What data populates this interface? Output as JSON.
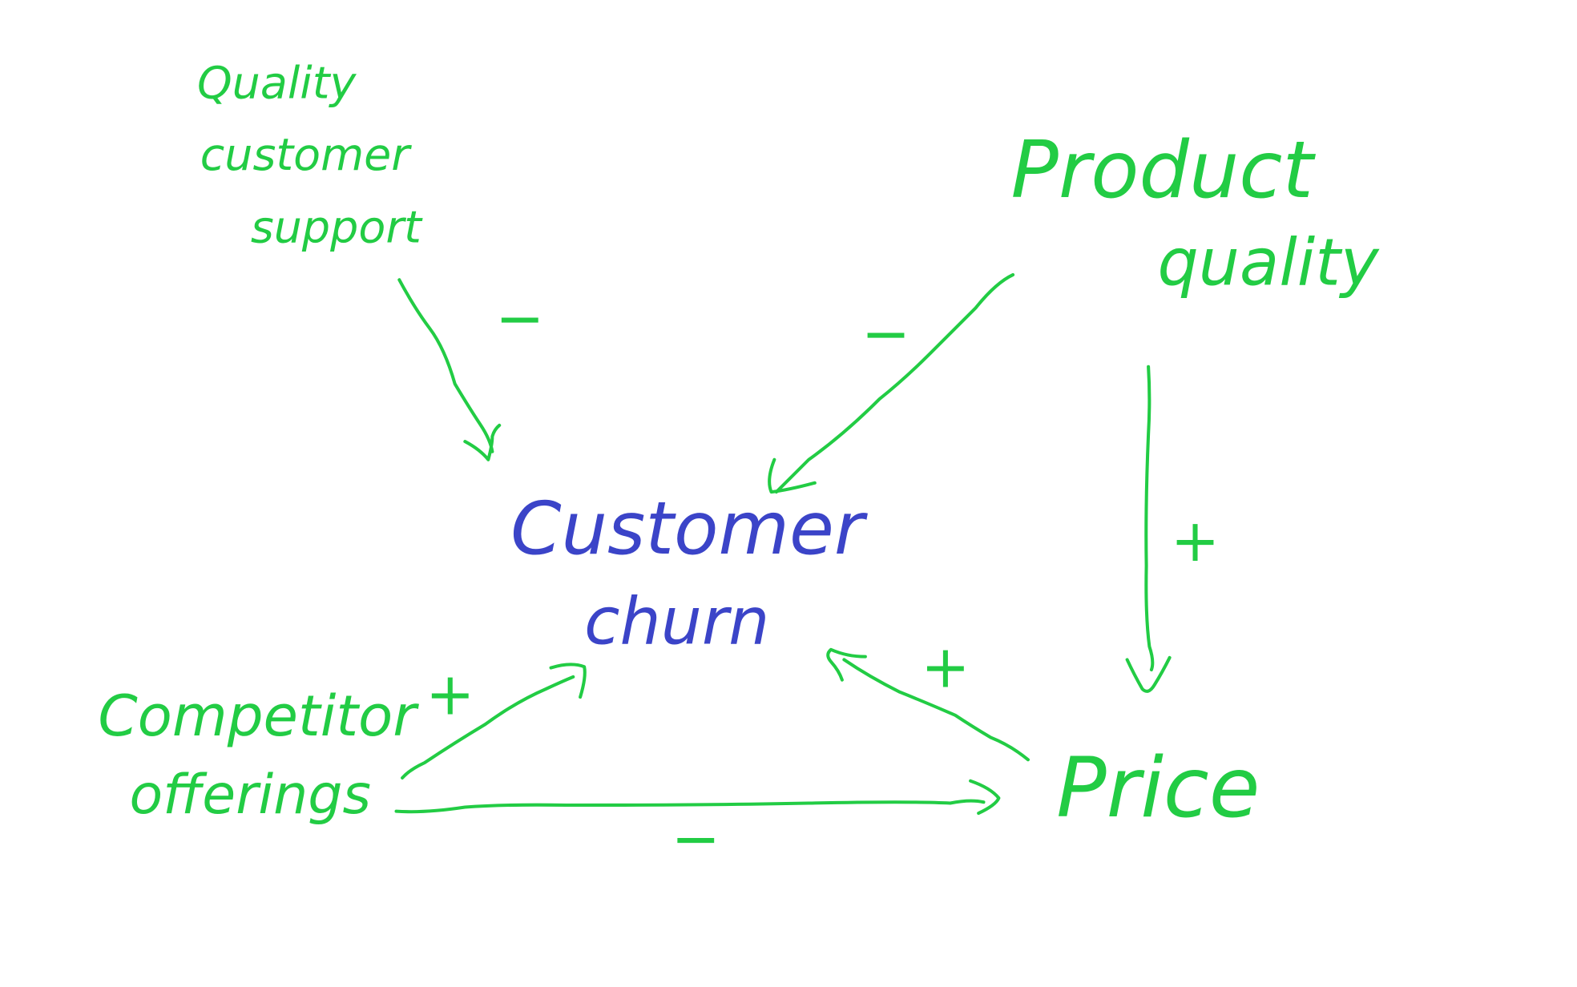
{
  "colors": {
    "factor": "#22cc44",
    "outcome": "#3b44c8",
    "background": "#ffffff"
  },
  "nodes": {
    "quality_support": {
      "lines": [
        "Quality",
        "customer",
        "support"
      ]
    },
    "product_quality": {
      "lines": [
        "Product",
        "quality"
      ]
    },
    "customer_churn": {
      "lines": [
        "Customer",
        "churn"
      ]
    },
    "competitor_offerings": {
      "lines": [
        "Competitor",
        "offerings"
      ]
    },
    "price": {
      "lines": [
        "Price"
      ]
    }
  },
  "edges": [
    {
      "from": "Quality customer support",
      "to": "Customer churn",
      "sign": "−"
    },
    {
      "from": "Product quality",
      "to": "Customer churn",
      "sign": "−"
    },
    {
      "from": "Product quality",
      "to": "Price",
      "sign": "+"
    },
    {
      "from": "Competitor offerings",
      "to": "Customer churn",
      "sign": "+"
    },
    {
      "from": "Price",
      "to": "Customer churn",
      "sign": "+"
    },
    {
      "from": "Competitor offerings",
      "to": "Price",
      "sign": "−"
    }
  ]
}
